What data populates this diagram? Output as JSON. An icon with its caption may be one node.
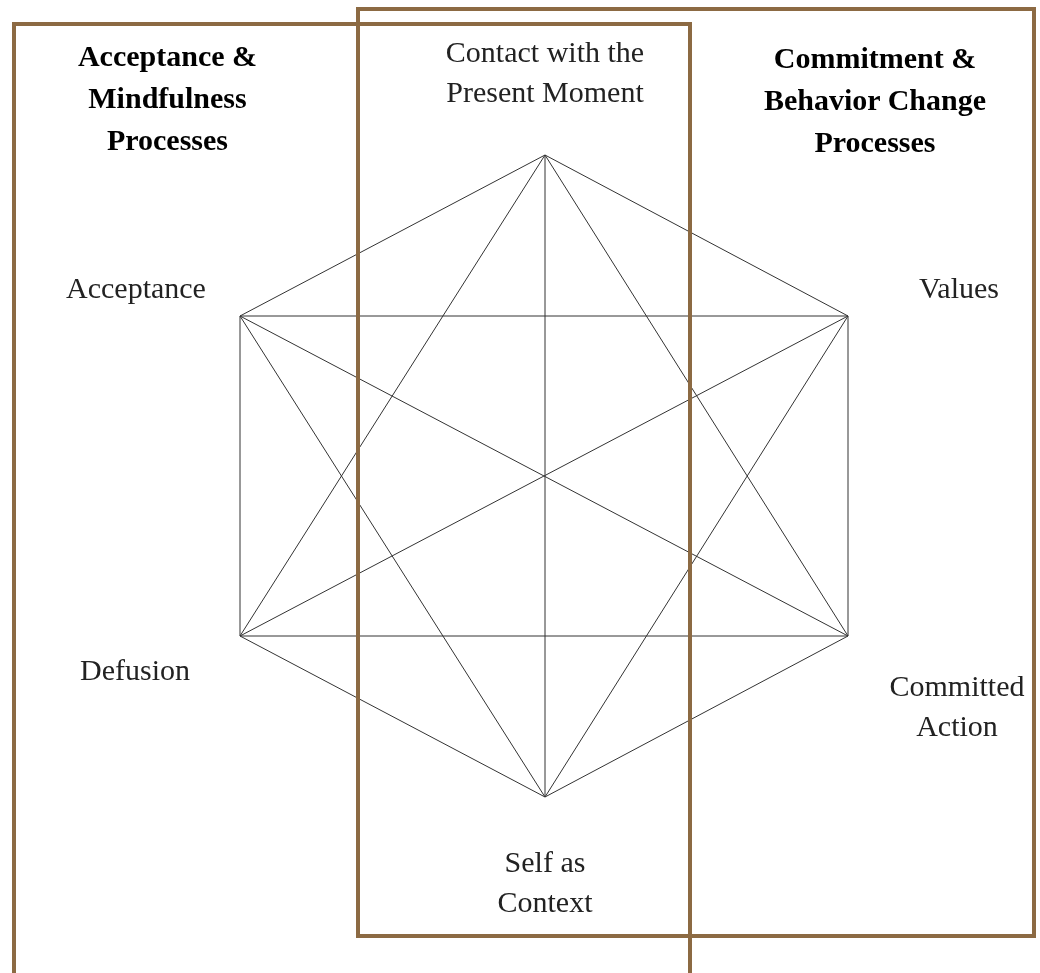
{
  "diagram": {
    "nodes": [
      {
        "text": [
          "Acceptance & Mindfulness Processes"
        ]
      },
      {
        "text": [
          "Commitment & Behavior Change Processes"
        ]
      },
      {
        "text": [
          "Contact with the Present Moment"
        ]
      },
      {
        "text": [
          "Acceptance"
        ],
        "in": 0
      },
      {
        "text": [
          "Values"
        ],
        "in": 1
      },
      {
        "text": [
          "Defusion"
        ],
        "in": 0
      },
      {
        "text": [
          "Committed Action"
        ],
        "in": 1
      },
      {
        "text": [
          "Self as Context"
        ]
      }
    ],
    "edges": [
      {
        "from": 2,
        "to": 3,
        "arrow": "none"
      },
      {
        "from": 2,
        "to": 4,
        "arrow": "none"
      },
      {
        "from": 2,
        "to": 5,
        "arrow": "none"
      },
      {
        "from": 2,
        "to": 6,
        "arrow": "none"
      },
      {
        "from": 2,
        "to": 7,
        "arrow": "none"
      },
      {
        "from": 3,
        "to": 4,
        "arrow": "none"
      },
      {
        "from": 3,
        "to": 5,
        "arrow": "none"
      },
      {
        "from": 3,
        "to": 6,
        "arrow": "none"
      },
      {
        "from": 3,
        "to": 7,
        "arrow": "none"
      },
      {
        "from": 4,
        "to": 5,
        "arrow": "none"
      },
      {
        "from": 4,
        "to": 6,
        "arrow": "none"
      },
      {
        "from": 4,
        "to": 7,
        "arrow": "none"
      },
      {
        "from": 5,
        "to": 6,
        "arrow": "none"
      },
      {
        "from": 5,
        "to": 7,
        "arrow": "none"
      },
      {
        "from": 6,
        "to": 7,
        "arrow": "none"
      }
    ]
  }
}
